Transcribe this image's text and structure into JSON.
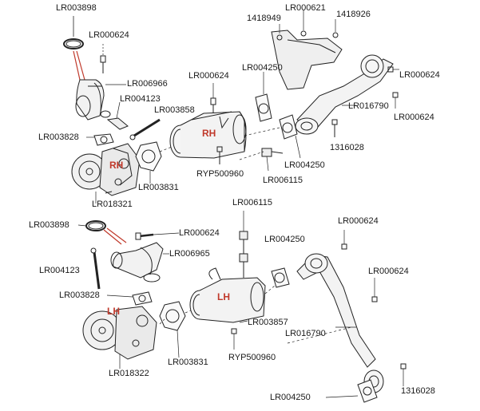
{
  "accent_color": "#c0392b",
  "line_color": "#222222",
  "sides": {
    "rh": "RH",
    "lh": "LH"
  },
  "top": {
    "lr003898": "LR003898",
    "lr000624_clip": "LR000624",
    "lr000621": "LR000621",
    "p1418949": "1418949",
    "p1418926": "1418926",
    "lr006966": "LR006966",
    "lr000624_mid": "LR000624",
    "lr004250_a": "LR004250",
    "lr000624_right_top": "LR000624",
    "lr004123": "LR004123",
    "lr003858": "LR003858",
    "lr016790": "LR016790",
    "lr000624_right_bottom": "LR000624",
    "lr003828": "LR003828",
    "p1316028": "1316028",
    "ryp500960": "RYP500960",
    "lr004250_b": "LR004250",
    "lr006115": "LR006115",
    "lr003831": "LR003831",
    "lr018321": "LR018321"
  },
  "bottom": {
    "lr006115": "LR006115",
    "lr003898": "LR003898",
    "lr000624_top_right": "LR000624",
    "lr000624_clip": "LR000624",
    "lr004250_a": "LR004250",
    "lr006965": "LR006965",
    "lr000624_right": "LR000624",
    "lr004123": "LR004123",
    "lr003828": "LR003828",
    "lr003857": "LR003857",
    "lr016790": "LR016790",
    "lr003831": "LR003831",
    "ryp500960": "RYP500960",
    "lr018322": "LR018322",
    "lr004250_b": "LR004250",
    "p1316028": "1316028"
  }
}
